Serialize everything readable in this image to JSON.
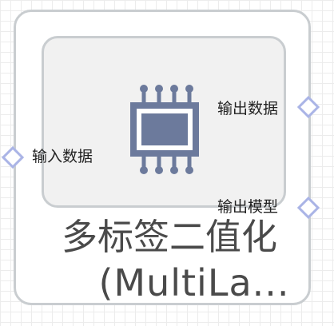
{
  "node": {
    "title_line1": "多标签二值化",
    "title_line2": "(MultiLa..."
  },
  "ports": {
    "input_data": "输入数据",
    "output_data": "输出数据",
    "output_model": "输出模型"
  },
  "icon": {
    "name": "chip-icon",
    "color": "#6c7a9c"
  },
  "colors": {
    "border": "#c9cdd0",
    "inner_fill": "#f1f1f1",
    "port_border": "#aab4e6",
    "title_text": "#4a4a4a"
  }
}
